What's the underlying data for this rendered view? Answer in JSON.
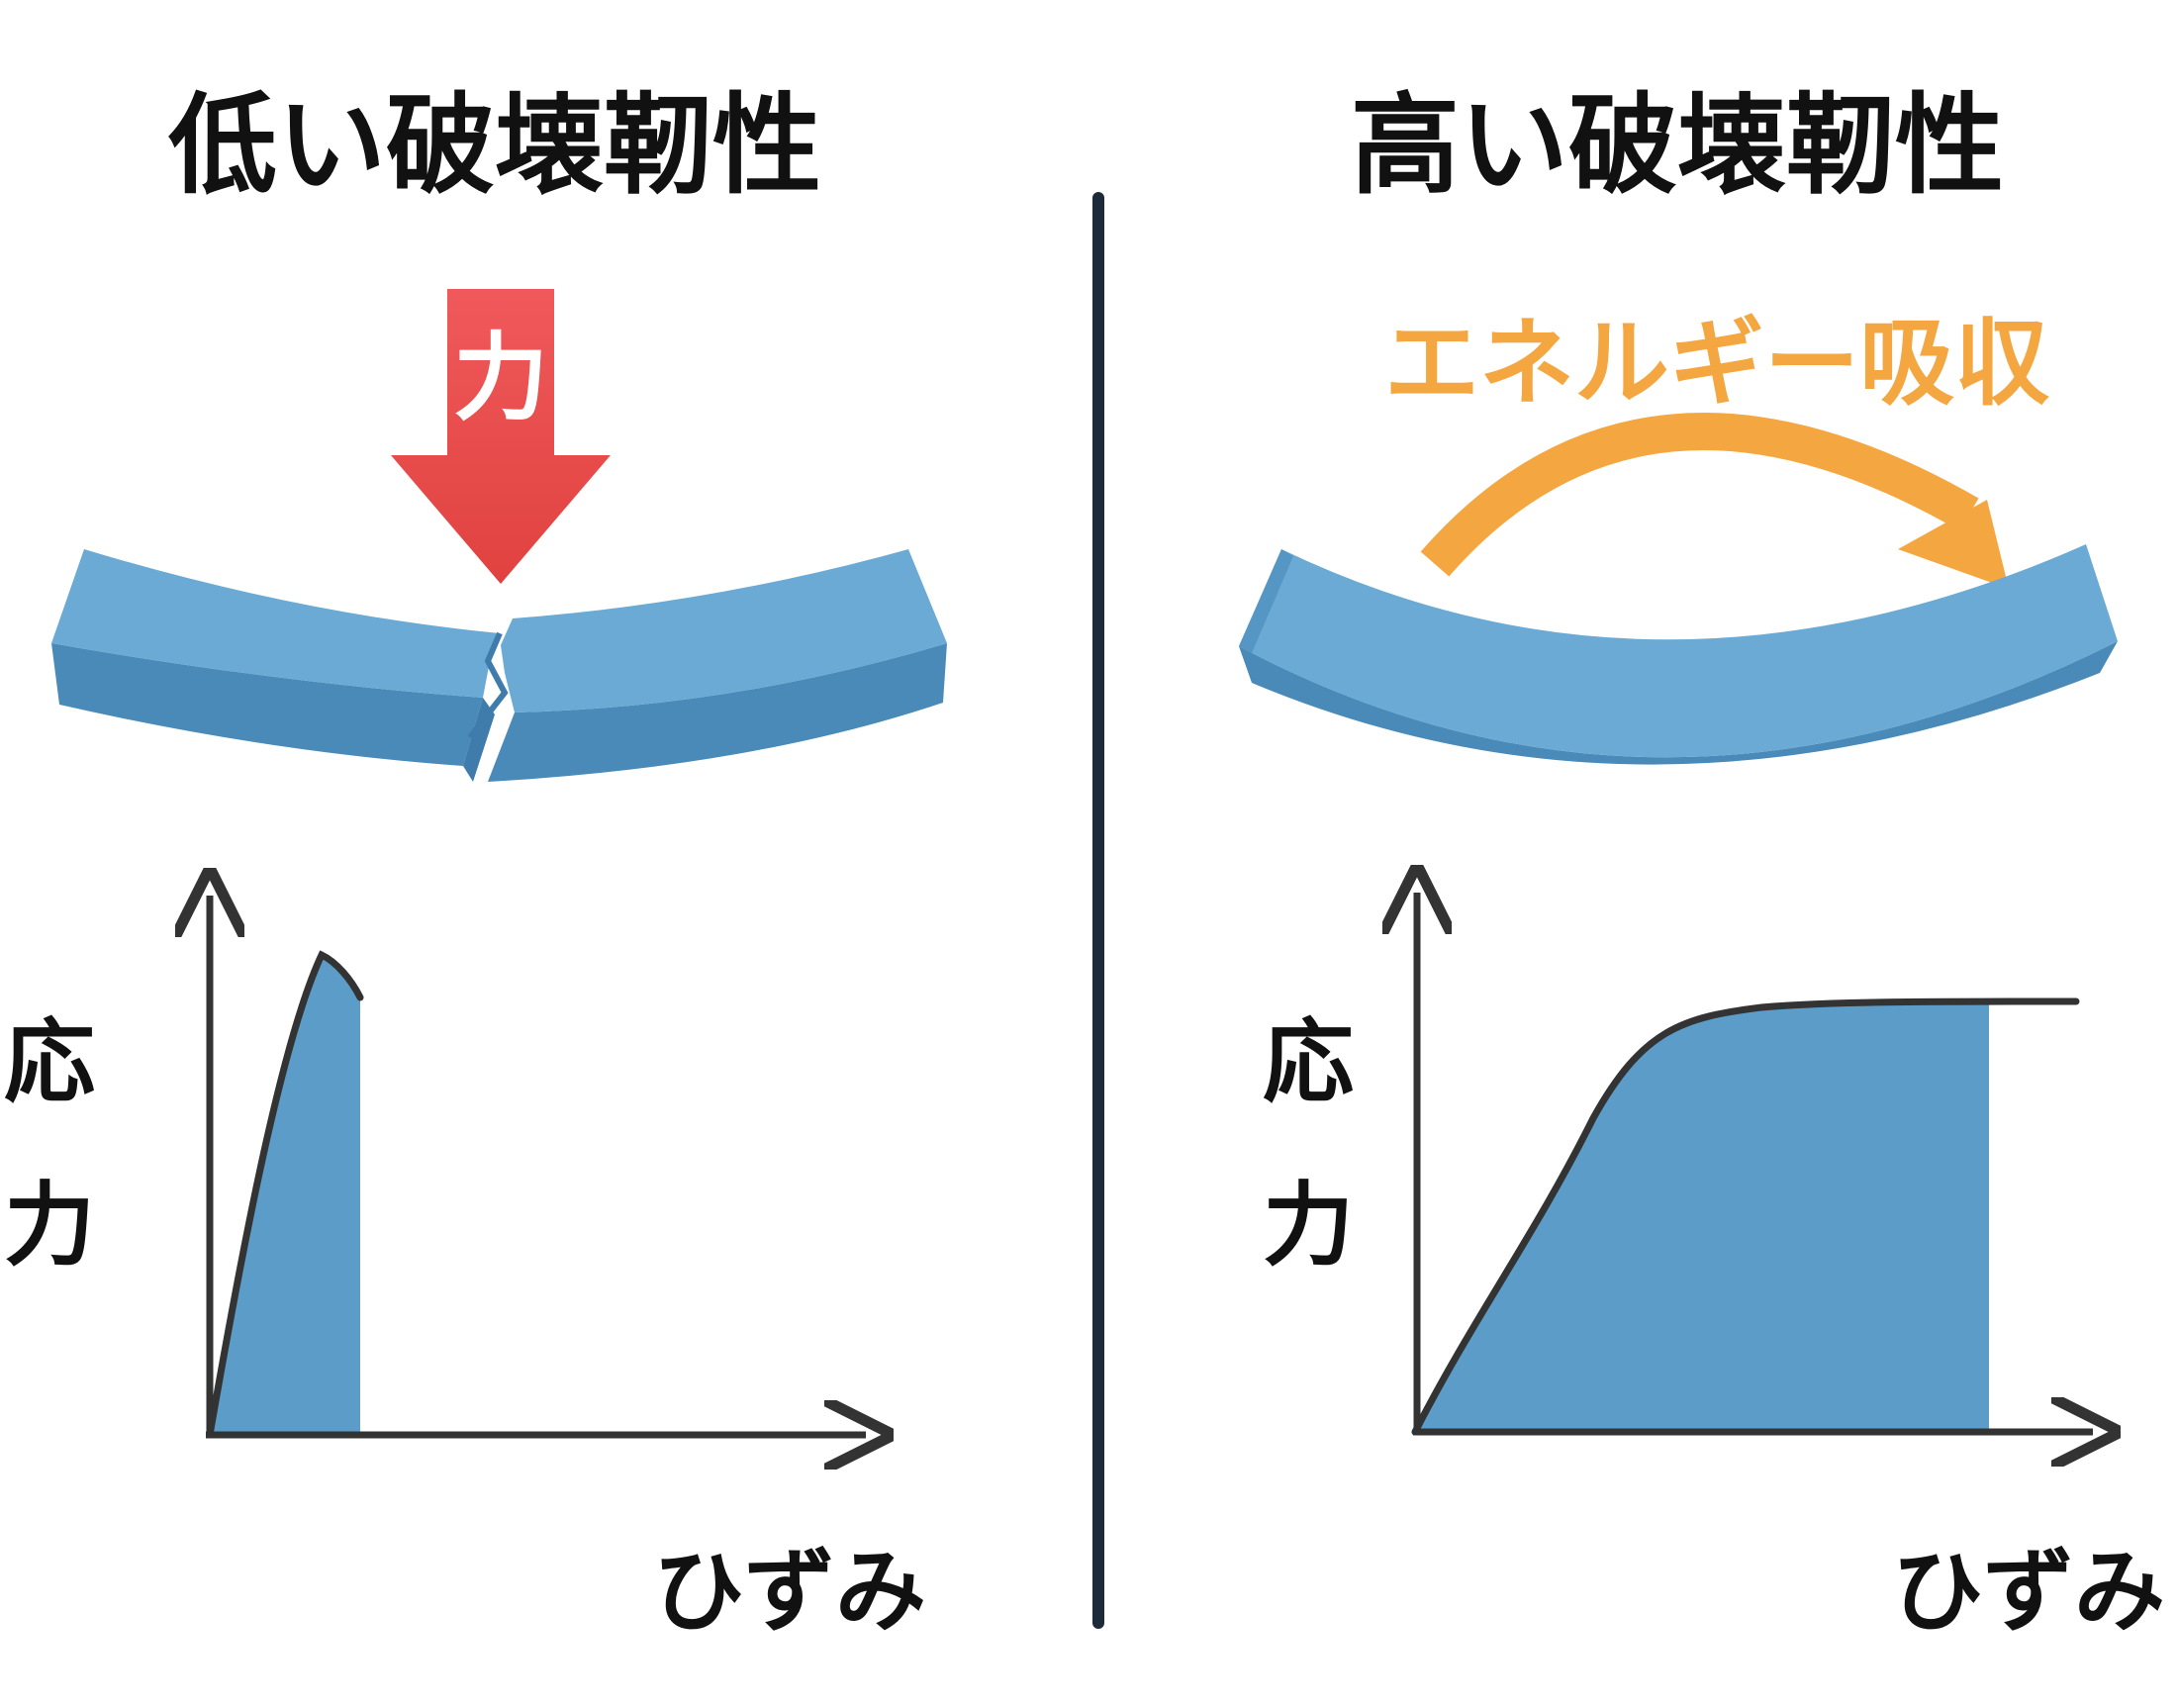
{
  "left_panel": {
    "title": "低い破壊靭性",
    "force_label": "力",
    "y_axis_label_chars": [
      "応",
      "力"
    ],
    "x_axis_label": "ひずみ"
  },
  "right_panel": {
    "title": "高い破壊靭性",
    "energy_label": "エネルギー吸収",
    "y_axis_label_chars": [
      "応",
      "力"
    ],
    "x_axis_label": "ひずみ"
  },
  "colors": {
    "beam_top": "#6aaad4",
    "beam_side": "#4a8ab8",
    "area_fill": "#5b9dc8",
    "force_arrow": "#e8474a",
    "energy": "#f4a640",
    "axis": "#333333",
    "divider": "#1c2a3a",
    "text": "#111111"
  }
}
